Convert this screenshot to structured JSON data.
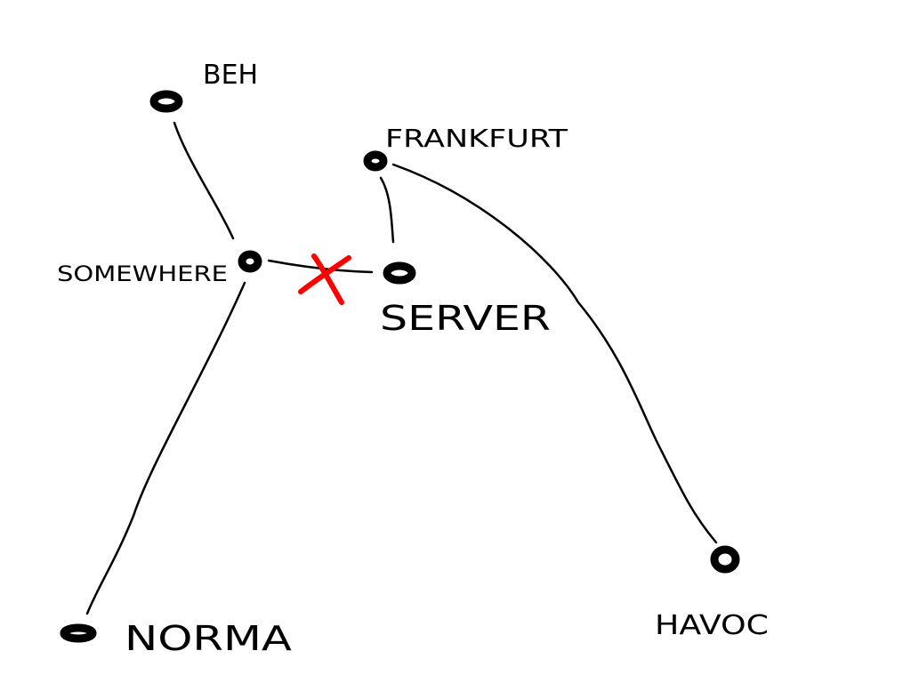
{
  "nodes": {
    "beh": "BEH",
    "frankfurt": "FRANKFURT",
    "somewhere": "SOMEWHERE",
    "server": "SERVER",
    "norma": "NORMA",
    "havoc": "HAVOC"
  },
  "colors": {
    "ink": "#000000",
    "broken_link": "#ff0000"
  }
}
